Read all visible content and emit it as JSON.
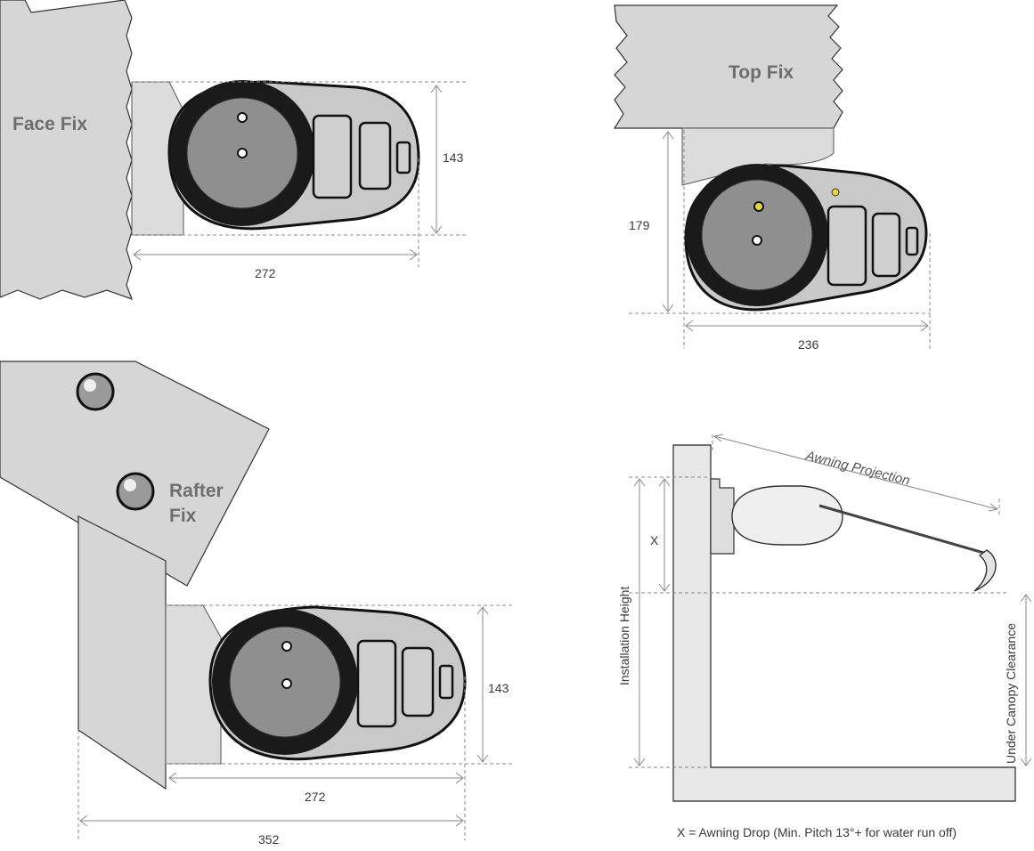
{
  "face_fix": {
    "title": "Face Fix",
    "height_value": "143",
    "width_value": "272"
  },
  "top_fix": {
    "title": "Top Fix",
    "height_value": "179",
    "width_value": "236"
  },
  "rafter_fix": {
    "title_line1": "Rafter",
    "title_line2": "Fix",
    "height_value": "143",
    "width_value": "272",
    "overall_width_value": "352"
  },
  "installation": {
    "projection_label": "Awning Projection",
    "x_label": "X",
    "height_label": "Installation Height",
    "clearance_label": "Under Canopy Clearance",
    "footnote": "X = Awning Drop (Min. Pitch 13°+ for water run off)"
  }
}
